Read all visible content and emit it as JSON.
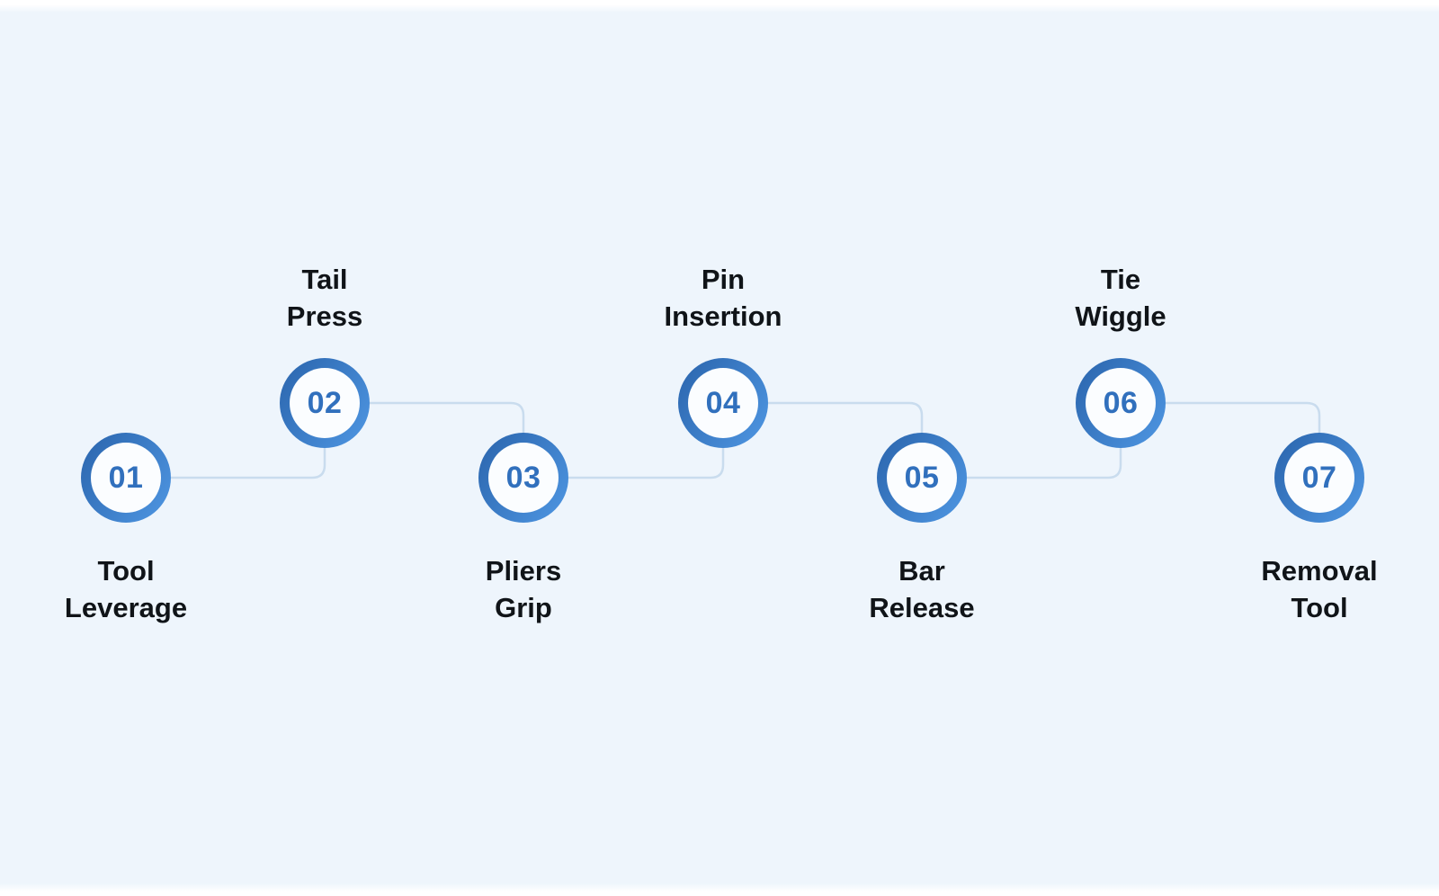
{
  "diagram": {
    "type": "process-timeline",
    "step_count": 7,
    "colors": {
      "background": "#eef5fc",
      "edge_band": "#ffffff",
      "ring_gradient_start": "#2a64ac",
      "ring_gradient_end": "#4f97e3",
      "circle_fill": "#fbfdff",
      "number": "#3170bd",
      "connector": "#c9dcee",
      "label": "#101418"
    },
    "steps": [
      {
        "number": "01",
        "label": "Tool Leverage",
        "label_lines": [
          "Tool",
          "Leverage"
        ],
        "position": "bottom"
      },
      {
        "number": "02",
        "label": "Tail Press",
        "label_lines": [
          "Tail",
          "Press"
        ],
        "position": "top"
      },
      {
        "number": "03",
        "label": "Pliers Grip",
        "label_lines": [
          "Pliers",
          "Grip"
        ],
        "position": "bottom"
      },
      {
        "number": "04",
        "label": "Pin Insertion",
        "label_lines": [
          "Pin",
          "Insertion"
        ],
        "position": "top"
      },
      {
        "number": "05",
        "label": "Bar Release",
        "label_lines": [
          "Bar",
          "Release"
        ],
        "position": "bottom"
      },
      {
        "number": "06",
        "label": "Tie Wiggle",
        "label_lines": [
          "Tie",
          "Wiggle"
        ],
        "position": "top"
      },
      {
        "number": "07",
        "label": "Removal Tool",
        "label_lines": [
          "Removal",
          "Tool"
        ],
        "position": "bottom"
      }
    ]
  }
}
